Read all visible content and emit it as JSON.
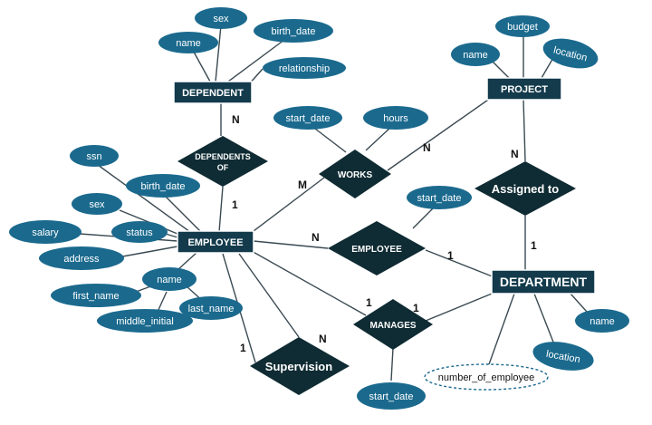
{
  "entities": {
    "dependent": "DEPENDENT",
    "project": "PROJECT",
    "employee": "EMPLOYEE",
    "department": "DEPARTMENT"
  },
  "relationships": {
    "dependents_of": [
      "DEPENDENTS",
      "OF"
    ],
    "works": "WORKS",
    "assigned_to": "Assigned to",
    "employee_dept": "EMPLOYEE",
    "manages": "MANAGES",
    "supervision": "Supervision"
  },
  "attributes": {
    "dependent": [
      "name",
      "sex",
      "birth_date",
      "relationship"
    ],
    "project": [
      "name",
      "budget",
      "location"
    ],
    "works": [
      "start_date",
      "hours"
    ],
    "employee_dept": [
      "start_date"
    ],
    "employee": [
      "ssn",
      "birth_date",
      "sex",
      "status",
      "salary",
      "address",
      "name"
    ],
    "employee_name": [
      "first_name",
      "middle_initial",
      "last_name"
    ],
    "manages": [
      "start_date"
    ],
    "department": [
      "name",
      "location",
      "number_of_employee"
    ]
  },
  "cardinalities": {
    "dependents_dependent": "N",
    "dependents_employee": "1",
    "works_employee": "M",
    "works_project": "N",
    "assigned_project": "N",
    "assigned_department": "1",
    "empdept_employee": "N",
    "empdept_department": "1",
    "manages_employee": "1",
    "manages_department": "1",
    "supervision_left": "1",
    "supervision_right": "N"
  }
}
